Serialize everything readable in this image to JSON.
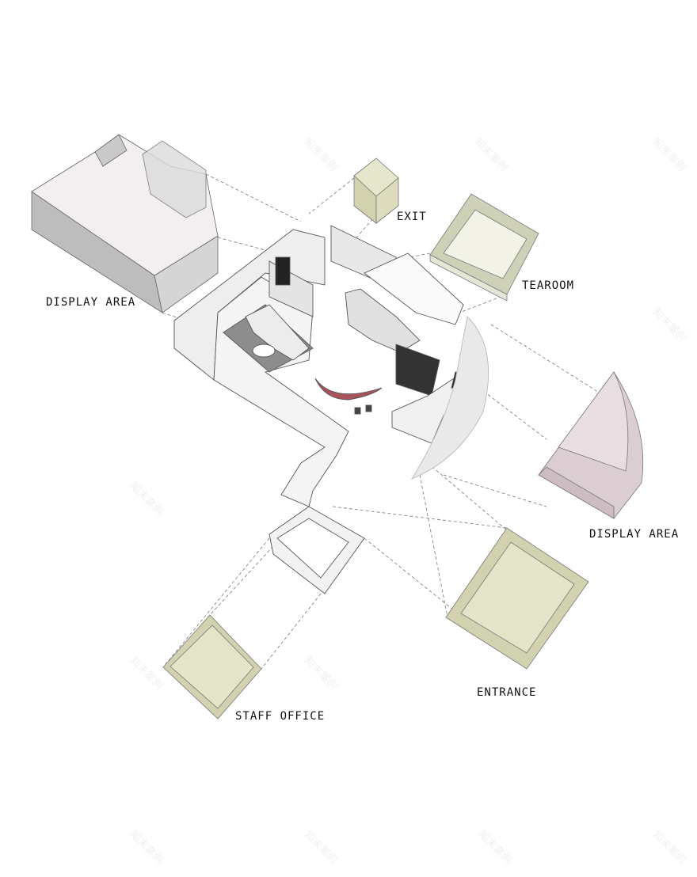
{
  "labels": {
    "display_area_left": "DISPLAY AREA",
    "exit": "EXIT",
    "tearoom": "TEAROOM",
    "display_area_right": "DISPLAY AREA",
    "entrance": "ENTRANCE",
    "staff_office": "STAFF OFFICE"
  },
  "watermark": "知末案例",
  "colors": {
    "olive_volume": "#dcdcbc",
    "pink_volume": "#dccdd2",
    "gray_volume": "#c9c9c9",
    "reception_desk": "#a8535a",
    "rug": "#8d8d8d"
  }
}
